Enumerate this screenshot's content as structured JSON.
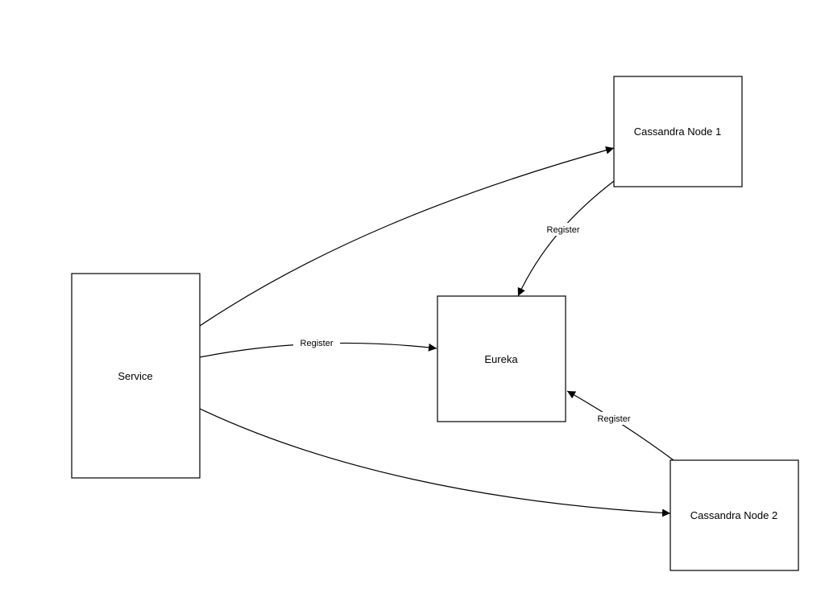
{
  "diagram": {
    "nodes": {
      "service": {
        "label": "Service"
      },
      "eureka": {
        "label": "Eureka"
      },
      "cassandra1": {
        "label": "Cassandra Node 1"
      },
      "cassandra2": {
        "label": "Cassandra Node 2"
      }
    },
    "edges": {
      "service_to_cassandra1": {
        "from": "Service",
        "to": "Cassandra Node 1",
        "label": ""
      },
      "service_to_eureka": {
        "from": "Service",
        "to": "Eureka",
        "label": "Register"
      },
      "service_to_cassandra2": {
        "from": "Service",
        "to": "Cassandra Node 2",
        "label": ""
      },
      "cassandra1_to_eureka": {
        "from": "Cassandra Node 1",
        "to": "Eureka",
        "label": "Register"
      },
      "cassandra2_to_eureka": {
        "from": "Cassandra Node 2",
        "to": "Eureka",
        "label": "Register"
      }
    },
    "colors": {
      "stroke": "#000000",
      "background": "#ffffff"
    }
  }
}
